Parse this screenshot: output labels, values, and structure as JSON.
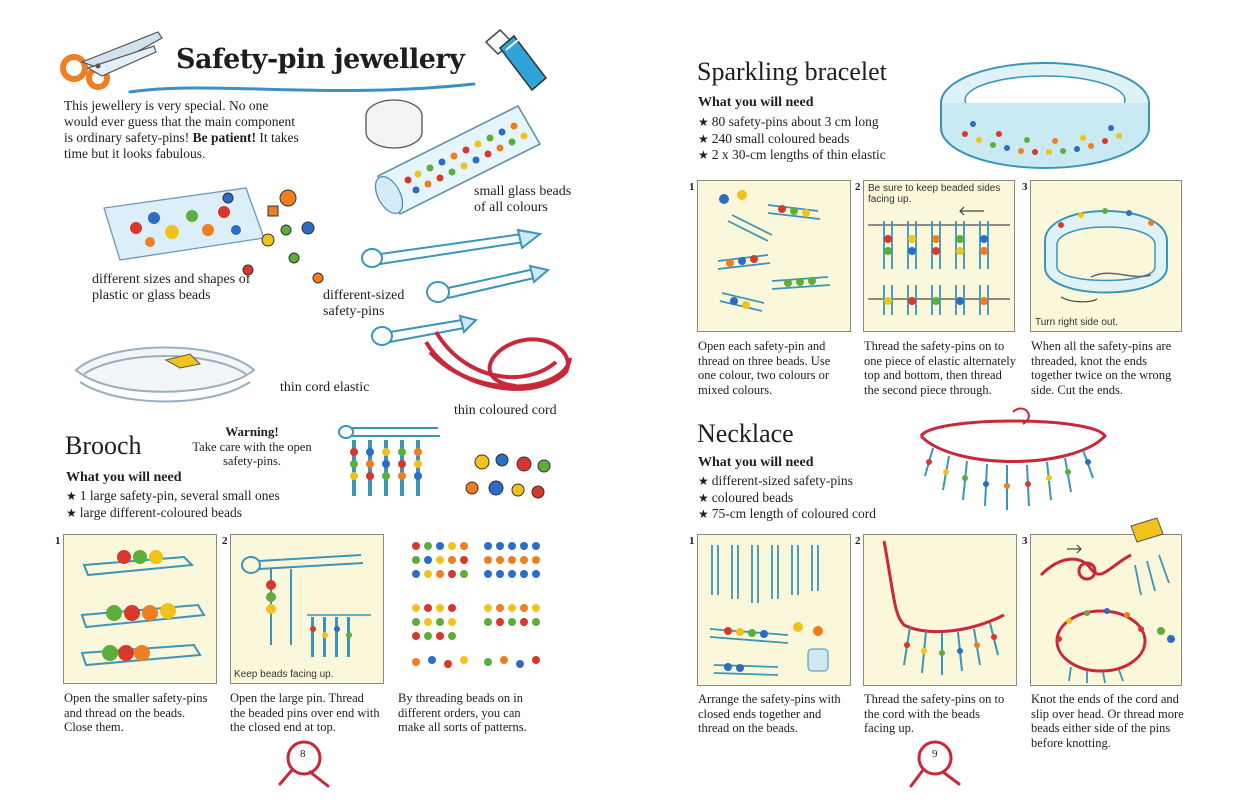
{
  "left_page": {
    "title": "Safety-pin jewellery",
    "intro_part1": "This jewellery is very special. No one would ever guess that the main component is ordinary safety-pins!",
    "intro_bold": "Be patient!",
    "intro_part2": "It takes time but it looks fabulous.",
    "labels": {
      "glass_beads": "small glass beads of all colours",
      "plastic_beads": "different sizes and shapes of plastic or glass beads",
      "safety_pins": "different-sized safety-pins",
      "cord_elastic": "thin cord elastic",
      "coloured_cord": "thin coloured cord"
    },
    "brooch": {
      "heading": "Brooch",
      "what_you_need": "What you will need",
      "items": [
        "1 large safety-pin, several small ones",
        "large different-coloured beads"
      ]
    },
    "warning": {
      "title": "Warning!",
      "text": "Take care with the open safety-pins."
    },
    "steps": [
      {
        "number": "1",
        "caption": "Open the smaller safety-pins and thread on the beads. Close them.",
        "note": ""
      },
      {
        "number": "2",
        "caption": "Open the large pin. Thread the beaded pins over end with the closed end at top.",
        "note": "Keep beads facing up."
      },
      {
        "number": "",
        "caption": "By threading beads on in different orders, you can make all sorts of patterns.",
        "note": ""
      }
    ],
    "page_number": "8"
  },
  "right_page": {
    "bracelet": {
      "heading": "Sparkling bracelet",
      "what_you_need": "What you will need",
      "items": [
        "80 safety-pins about 3 cm long",
        "240 small coloured beads",
        "2 x 30-cm lengths of thin elastic"
      ],
      "steps": [
        {
          "number": "1",
          "caption": "Open each safety-pin and thread on three beads. Use one colour, two colours or mixed colours.",
          "note": ""
        },
        {
          "number": "2",
          "caption": "Thread the safety-pins on to one piece of elastic alternately top and bottom, then thread the second piece through.",
          "note": "Be sure to keep beaded sides facing up."
        },
        {
          "number": "3",
          "caption": "When all the safety-pins are threaded, knot the ends together twice on the wrong side. Cut the ends.",
          "note": "Turn right side out."
        }
      ]
    },
    "necklace": {
      "heading": "Necklace",
      "what_you_need": "What you will need",
      "items": [
        "different-sized safety-pins",
        "coloured beads",
        "75-cm length of coloured cord"
      ],
      "steps": [
        {
          "number": "1",
          "caption": "Arrange the safety-pins with closed ends together and thread on the beads.",
          "note": ""
        },
        {
          "number": "2",
          "caption": "Thread the safety-pins on to the cord with the beads facing up.",
          "note": ""
        },
        {
          "number": "3",
          "caption": "Knot the ends of the cord and slip over head. Or thread more beads either side of the pins before knotting.",
          "note": ""
        }
      ]
    },
    "page_number": "9"
  },
  "colors": {
    "panel_bg": "#fbf7da",
    "bead_red": "#d8372b",
    "bead_yellow": "#f2c21c",
    "bead_green": "#5cae3c",
    "bead_blue": "#2b6cc4",
    "bead_orange": "#ef7d22",
    "cord_red": "#c8283a",
    "pin_blue": "#3a95b8",
    "title_swash": "#3d8fc7"
  },
  "icons": [
    "scissors-icon",
    "glue-stick-icon",
    "safety-pin-icon",
    "bead-icon",
    "cord-knot-icon"
  ]
}
